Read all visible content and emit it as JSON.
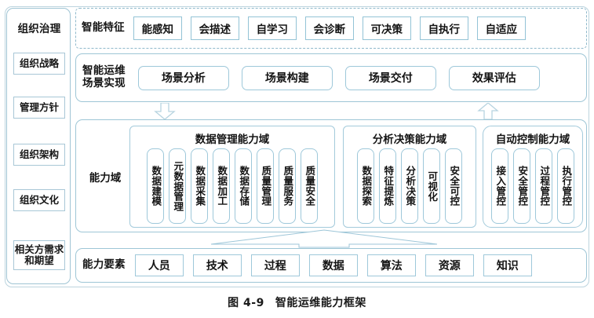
{
  "caption": {
    "number": "图 4-9",
    "title": "智能运维能力框架"
  },
  "governance": {
    "title": "组织治理",
    "items": [
      {
        "label": "组织战略"
      },
      {
        "label": "管理方针"
      },
      {
        "label": "组织架构"
      },
      {
        "label": "组织文化"
      },
      {
        "label": "相关方需求和期望"
      }
    ]
  },
  "features_row": {
    "label": "智能特征",
    "chips": [
      {
        "label": "能感知"
      },
      {
        "label": "会描述"
      },
      {
        "label": "自学习"
      },
      {
        "label": "会诊断"
      },
      {
        "label": "可决策"
      },
      {
        "label": "自执行"
      },
      {
        "label": "自适应"
      }
    ]
  },
  "scene_row": {
    "label_line1": "智能运维",
    "label_line2": "场景实现",
    "chips": [
      {
        "label": "场景分析"
      },
      {
        "label": "场景构建"
      },
      {
        "label": "场景交付"
      },
      {
        "label": "效果评估"
      }
    ]
  },
  "domain_row": {
    "label": "能力域",
    "groups": [
      {
        "title": "数据管理能力域",
        "cells": [
          {
            "label": "数据建模"
          },
          {
            "label": "元数据管理"
          },
          {
            "label": "数据采集"
          },
          {
            "label": "数据加工"
          },
          {
            "label": "数据存储"
          },
          {
            "label": "质量管理"
          },
          {
            "label": "质量服务"
          },
          {
            "label": "质量安全"
          }
        ]
      },
      {
        "title": "分析决策能力域",
        "cells": [
          {
            "label": "数据探索"
          },
          {
            "label": "特征提炼"
          },
          {
            "label": "分析决策"
          },
          {
            "label": "可视化"
          },
          {
            "label": "安全可控"
          }
        ]
      },
      {
        "title": "自动控制能力域",
        "cells": [
          {
            "label": "接入管控"
          },
          {
            "label": "安全管控"
          },
          {
            "label": "过程管控"
          },
          {
            "label": "执行管控"
          }
        ]
      }
    ]
  },
  "elements_row": {
    "label": "能力要素",
    "chips": [
      {
        "label": "人员"
      },
      {
        "label": "技术"
      },
      {
        "label": "过程"
      },
      {
        "label": "数据"
      },
      {
        "label": "算法"
      },
      {
        "label": "资源"
      },
      {
        "label": "知识"
      }
    ]
  },
  "arrows": {
    "down_arrow": "arrow-down-icon",
    "up_arrow": "arrow-up-icon",
    "wide_up_arrow": "wide-arrow-up-icon"
  },
  "colors": {
    "border": "#9ec6d6",
    "accent": "#93c3d6",
    "text": "#131313",
    "background": "#ffffff"
  }
}
